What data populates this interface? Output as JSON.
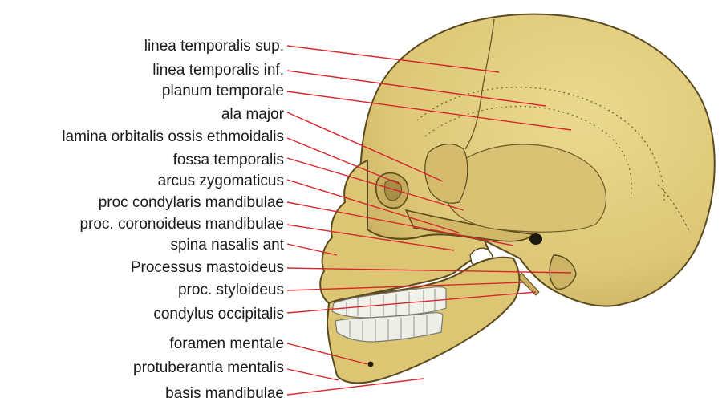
{
  "diagram": {
    "labels": [
      {
        "id": "linea-temporalis-sup",
        "text": "linea temporalis sup."
      },
      {
        "id": "linea-temporalis-inf",
        "text": "linea temporalis inf."
      },
      {
        "id": "planum-temporale",
        "text": "planum temporale"
      },
      {
        "id": "ala-major",
        "text": "ala major"
      },
      {
        "id": "lamina-orbitalis",
        "text": "lamina orbitalis ossis ethmoidalis"
      },
      {
        "id": "fossa-temporalis",
        "text": "fossa temporalis"
      },
      {
        "id": "arcus-zygomaticus",
        "text": "arcus zygomaticus"
      },
      {
        "id": "proc-condylaris",
        "text": "proc condylaris mandibulae"
      },
      {
        "id": "proc-coronoideus",
        "text": "proc. coronoideus mandibulae"
      },
      {
        "id": "spina-nasalis",
        "text": "spina nasalis ant"
      },
      {
        "id": "processus-mastoideus",
        "text": "Processus mastoideus"
      },
      {
        "id": "proc-styloideus",
        "text": "proc. styloideus"
      },
      {
        "id": "condylus-occipitalis",
        "text": "condylus occipitalis"
      },
      {
        "id": "foramen-mentale",
        "text": "foramen mentale"
      },
      {
        "id": "protuberantia-mentalis",
        "text": "protuberantia mentalis"
      },
      {
        "id": "basis-mandibulae",
        "text": "basis mandibulae"
      }
    ],
    "colors": {
      "bone": "#e2cd7f",
      "bone_shadow": "#c9b062",
      "bone_outline": "#5a4a1e",
      "teeth": "#f1f1ec",
      "leader": "#d8262c"
    }
  }
}
